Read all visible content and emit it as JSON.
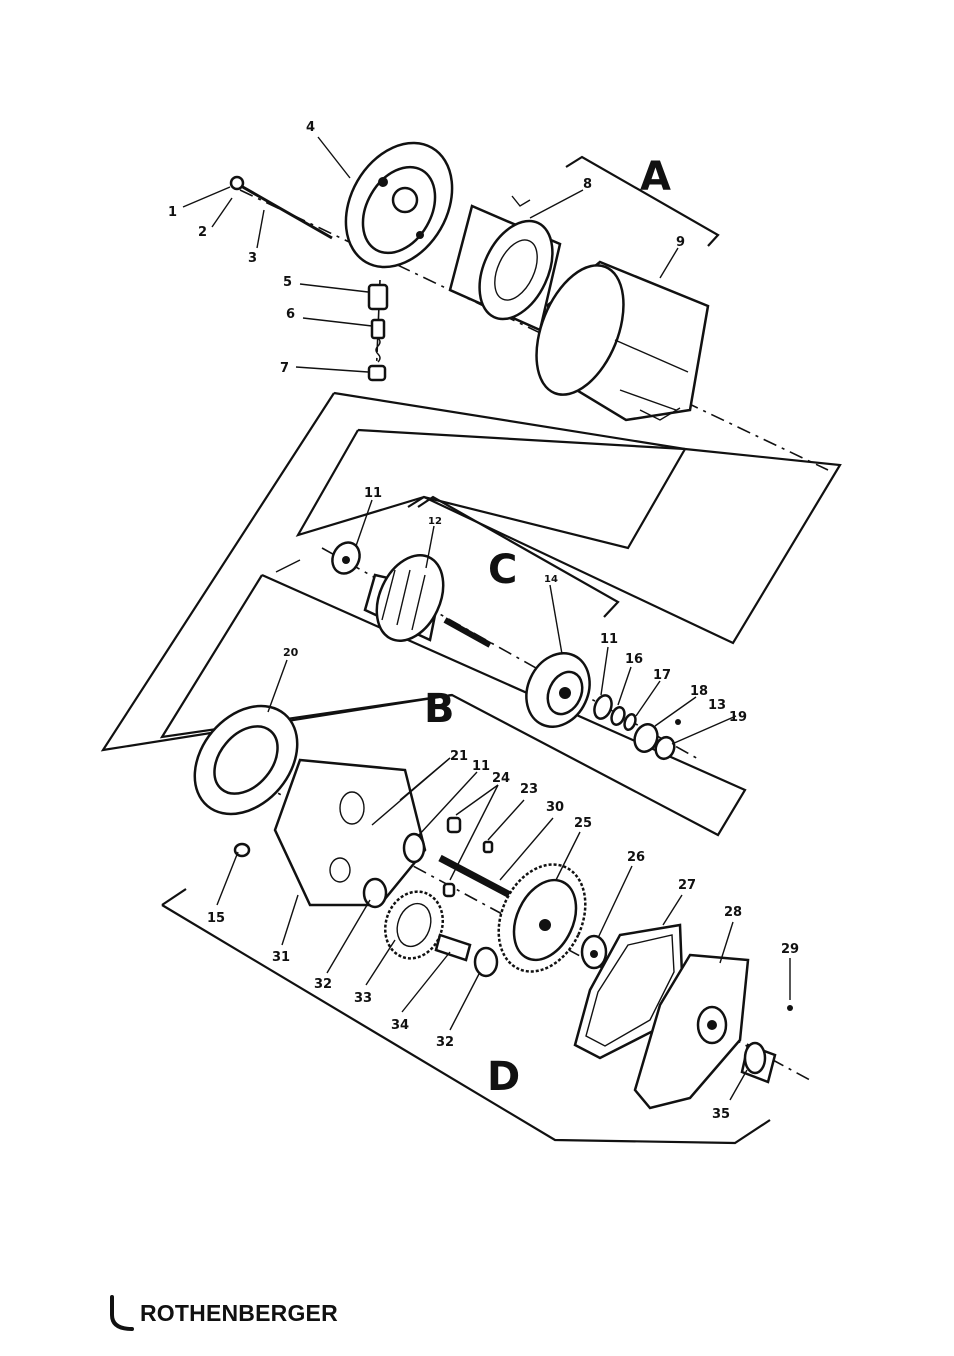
{
  "brand": {
    "name": "ROTHENBERGER"
  },
  "groups": [
    {
      "id": "A",
      "label": "A"
    },
    {
      "id": "B",
      "label": "B"
    },
    {
      "id": "C",
      "label": "C"
    },
    {
      "id": "D",
      "label": "D"
    }
  ],
  "part_numbers": [
    "1",
    "2",
    "3",
    "4",
    "5",
    "6",
    "7",
    "8",
    "9",
    "11",
    "12",
    "14",
    "11",
    "16",
    "17",
    "18",
    "13",
    "19",
    "20",
    "21",
    "11",
    "24",
    "23",
    "30",
    "25",
    "26",
    "27",
    "28",
    "29",
    "15",
    "31",
    "32",
    "33",
    "34",
    "32",
    "35"
  ]
}
